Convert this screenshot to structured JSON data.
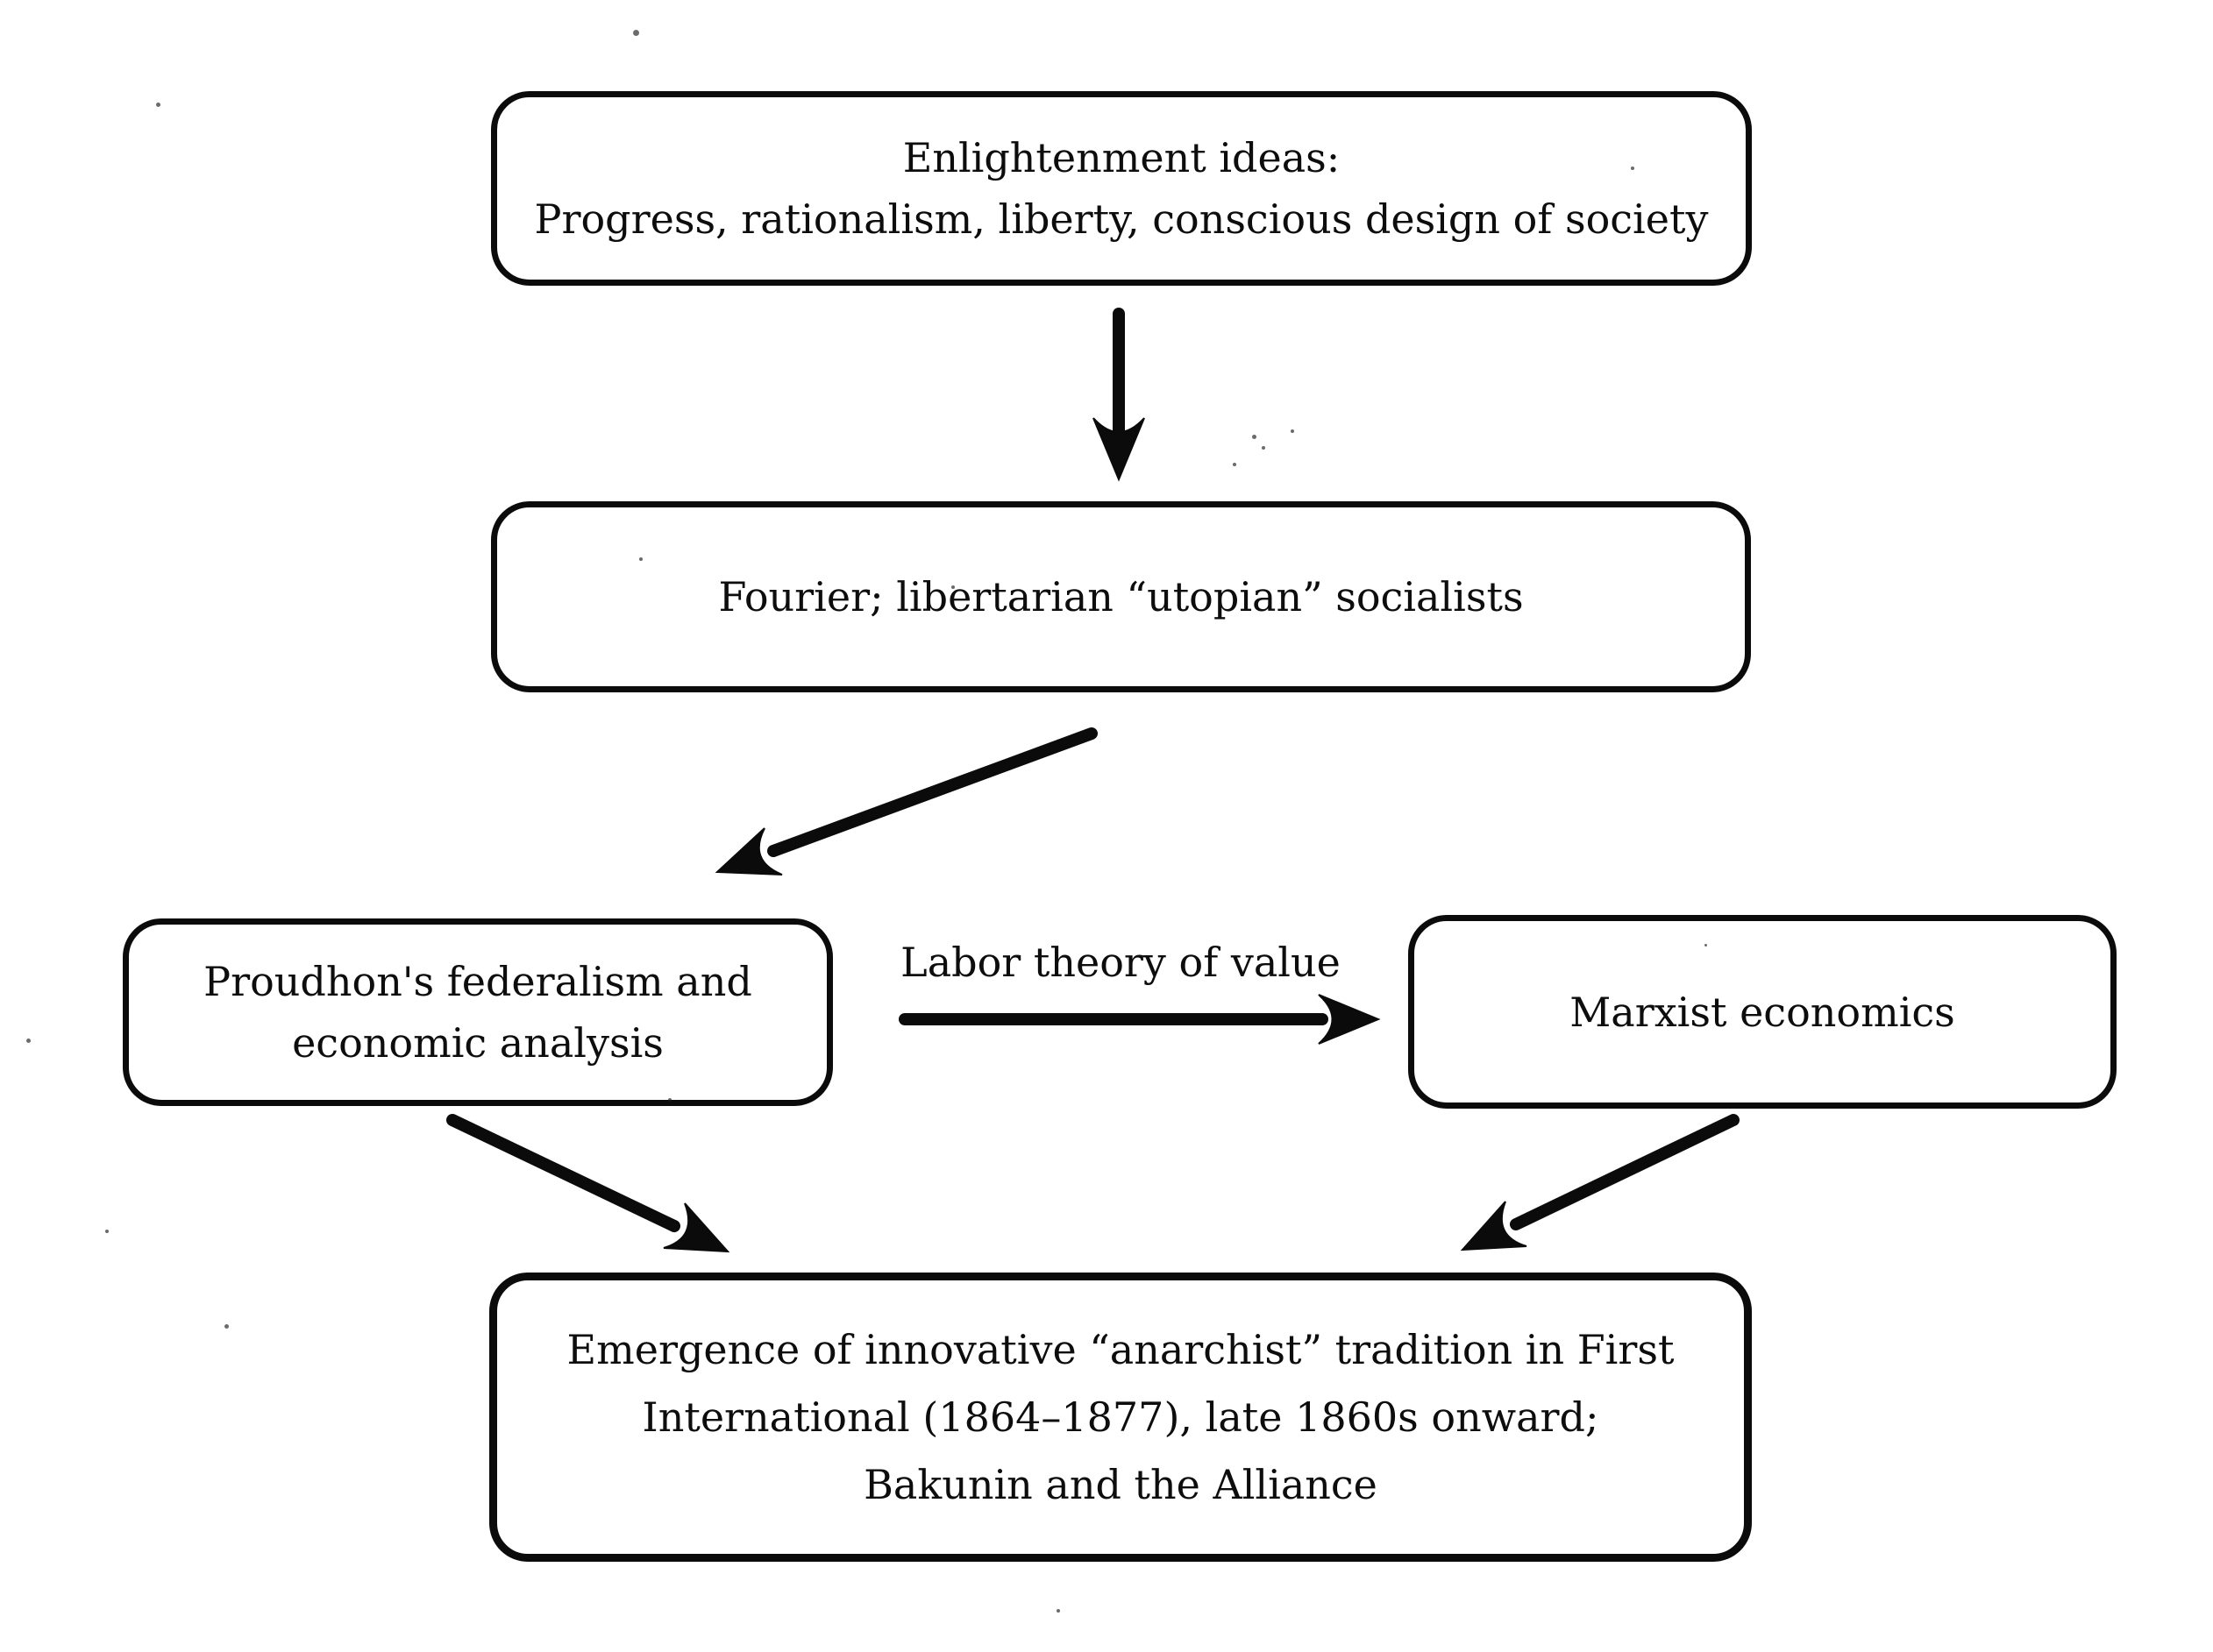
{
  "diagram": {
    "title": "Origins of the anarchist tradition flowchart",
    "colors": {
      "ink": "#0b0b0b",
      "background": "#ffffff"
    },
    "boxes": [
      {
        "id": "enlightenment-ideas",
        "lines": [
          "Enlightenment ideas:",
          "Progress, rationalism, liberty, conscious design of society"
        ]
      },
      {
        "id": "fourier-utopian-socialists",
        "lines": [
          "Fourier; libertarian “utopian” socialists"
        ]
      },
      {
        "id": "proudhon-federalism",
        "lines": [
          "Proudhon's federalism and",
          "economic analysis"
        ]
      },
      {
        "id": "marxist-economics",
        "lines": [
          "Marxist economics"
        ]
      },
      {
        "id": "anarchist-tradition",
        "lines": [
          "Emergence of innovative “anarchist” tradition in First",
          "International (1864–1877), late 1860s onward;",
          "Bakunin and the Alliance"
        ]
      }
    ],
    "edges": [
      {
        "from": "enlightenment-ideas",
        "to": "fourier-utopian-socialists",
        "label": ""
      },
      {
        "from": "fourier-utopian-socialists",
        "to": "proudhon-federalism",
        "label": ""
      },
      {
        "from": "proudhon-federalism",
        "to": "marxist-economics",
        "label": "Labor theory of value"
      },
      {
        "from": "proudhon-federalism",
        "to": "anarchist-tradition",
        "label": ""
      },
      {
        "from": "marxist-economics",
        "to": "anarchist-tradition",
        "label": ""
      }
    ]
  }
}
